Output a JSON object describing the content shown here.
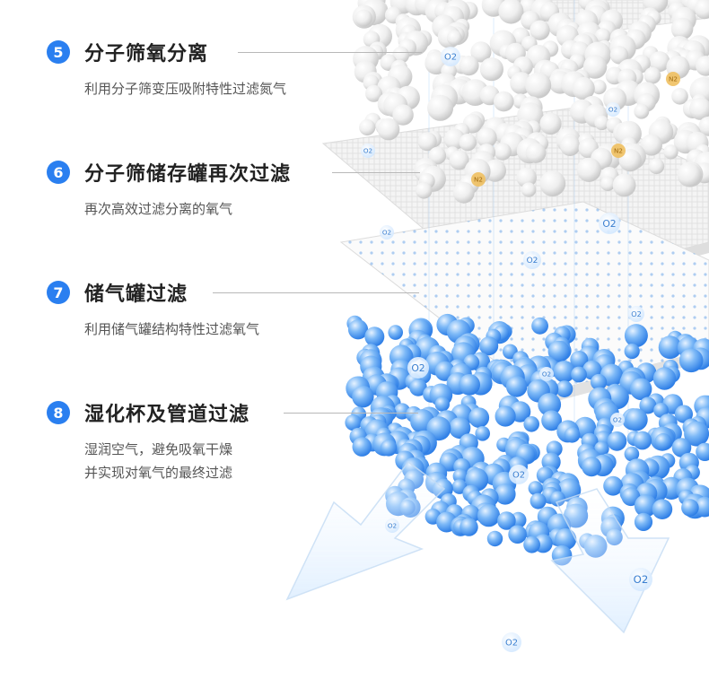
{
  "steps": [
    {
      "num": "5",
      "title": "分子筛氧分离",
      "desc": [
        "利用分子筛变压吸附特性过滤氮气"
      ]
    },
    {
      "num": "6",
      "title": "分子筛储存罐再次过滤",
      "desc": [
        "再次高效过滤分离的氧气"
      ]
    },
    {
      "num": "7",
      "title": "储气罐过滤",
      "desc": [
        "利用储气罐结构特性过滤氧气"
      ]
    },
    {
      "num": "8",
      "title": "湿化杯及管道过滤",
      "desc": [
        "湿润空气，避免吸氧干燥",
        "并实现对氧气的最终过滤"
      ]
    }
  ],
  "molecule_labels": {
    "oxygen": "O2",
    "nitrogen": "N2"
  },
  "colors": {
    "accent": "#2a7ff0",
    "ball_white": "#f2f2f2",
    "ball_blue": "#6fb0f7",
    "nitrogen": "#f0c060"
  },
  "icons": [
    "oxygen-molecule-icon",
    "nitrogen-molecule-icon",
    "flow-arrow-icon"
  ]
}
